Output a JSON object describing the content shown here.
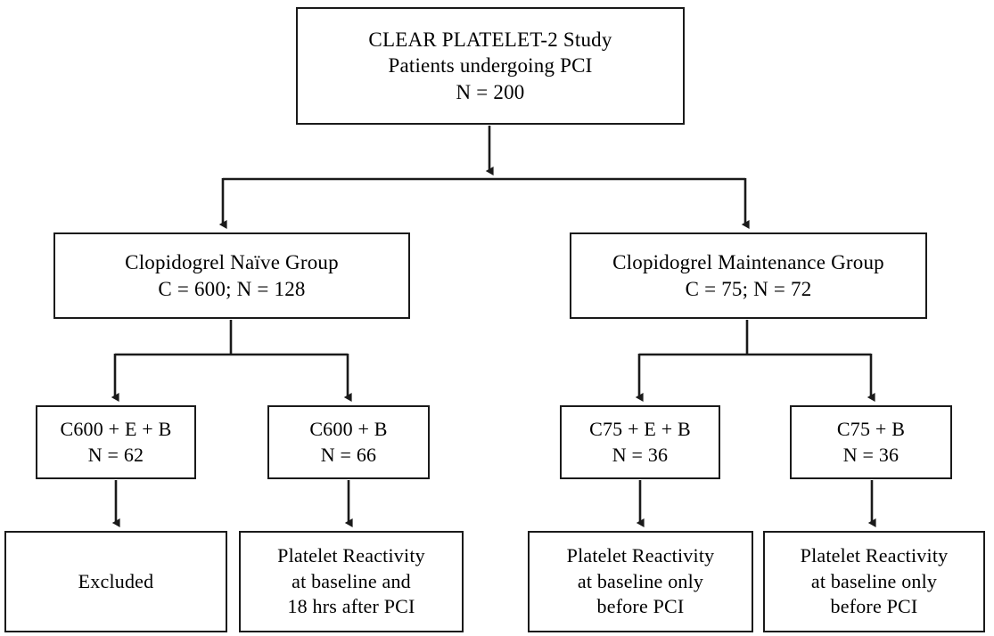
{
  "figure": {
    "kind": "flow-diagram",
    "title": "CLEAR PLATELET-2 Study patient flow",
    "stroke_color": "#1a1a1a",
    "background_color": "#ffffff"
  },
  "nodes": {
    "root": {
      "line1": "CLEAR PLATELET-2 Study",
      "line2": "Patients undergoing PCI",
      "line3": "N = 200"
    },
    "naive_group": {
      "line1": "Clopidogrel Naïve Group",
      "line2": "C = 600; N = 128"
    },
    "maintenance_group": {
      "line1": "Clopidogrel Maintenance Group",
      "line2": "C = 75; N = 72"
    },
    "arm1": {
      "line1": "C600 + E + B",
      "line2": "N = 62"
    },
    "arm2": {
      "line1": "C600 + B",
      "line2": "N = 66"
    },
    "arm3": {
      "line1": "C75 + E + B",
      "line2": "N = 36"
    },
    "arm4": {
      "line1": "C75 + B",
      "line2": "N = 36"
    },
    "outcome1": {
      "line1": "Excluded",
      "line2": "",
      "line3": ""
    },
    "outcome2": {
      "line1": "Platelet Reactivity",
      "line2": "at baseline and",
      "line3": "18 hrs after PCI"
    },
    "outcome3": {
      "line1": "Platelet Reactivity",
      "line2": "at baseline only",
      "line3": "before PCI"
    },
    "outcome4": {
      "line1": "Platelet Reactivity",
      "line2": "at baseline only",
      "line3": "before PCI"
    }
  },
  "chart_data": {
    "type": "flowchart",
    "title": "CLEAR PLATELET-2 Study",
    "levels": [
      {
        "level": 1,
        "nodes": [
          {
            "id": "root",
            "text": "CLEAR PLATELET-2 Study / Patients undergoing PCI / N = 200",
            "n": 200
          }
        ]
      },
      {
        "level": 2,
        "nodes": [
          {
            "id": "naive_group",
            "text": "Clopidogrel Naïve Group / C = 600; N = 128",
            "clopidogrel_dose_mg": 600,
            "n": 128
          },
          {
            "id": "maintenance_group",
            "text": "Clopidogrel Maintenance Group / C = 75; N = 72",
            "clopidogrel_dose_mg": 75,
            "n": 72
          }
        ]
      },
      {
        "level": 3,
        "nodes": [
          {
            "id": "arm1",
            "text": "C600 + E + B / N = 62",
            "n": 62,
            "parent": "naive_group"
          },
          {
            "id": "arm2",
            "text": "C600 + B / N = 66",
            "n": 66,
            "parent": "naive_group"
          },
          {
            "id": "arm3",
            "text": "C75 + E + B / N = 36",
            "n": 36,
            "parent": "maintenance_group"
          },
          {
            "id": "arm4",
            "text": "C75 + B / N = 36",
            "n": 36,
            "parent": "maintenance_group"
          }
        ]
      },
      {
        "level": 4,
        "nodes": [
          {
            "id": "outcome1",
            "text": "Excluded",
            "parent": "arm1"
          },
          {
            "id": "outcome2",
            "text": "Platelet Reactivity at baseline and 18 hrs after PCI",
            "parent": "arm2"
          },
          {
            "id": "outcome3",
            "text": "Platelet Reactivity at baseline only before PCI",
            "parent": "arm3"
          },
          {
            "id": "outcome4",
            "text": "Platelet Reactivity at baseline only before PCI",
            "parent": "arm4"
          }
        ]
      }
    ],
    "edges": [
      {
        "from": "root",
        "to": "naive_group"
      },
      {
        "from": "root",
        "to": "maintenance_group"
      },
      {
        "from": "naive_group",
        "to": "arm1"
      },
      {
        "from": "naive_group",
        "to": "arm2"
      },
      {
        "from": "maintenance_group",
        "to": "arm3"
      },
      {
        "from": "maintenance_group",
        "to": "arm4"
      },
      {
        "from": "arm1",
        "to": "outcome1"
      },
      {
        "from": "arm2",
        "to": "outcome2"
      },
      {
        "from": "arm3",
        "to": "outcome3"
      },
      {
        "from": "arm4",
        "to": "outcome4"
      }
    ]
  }
}
